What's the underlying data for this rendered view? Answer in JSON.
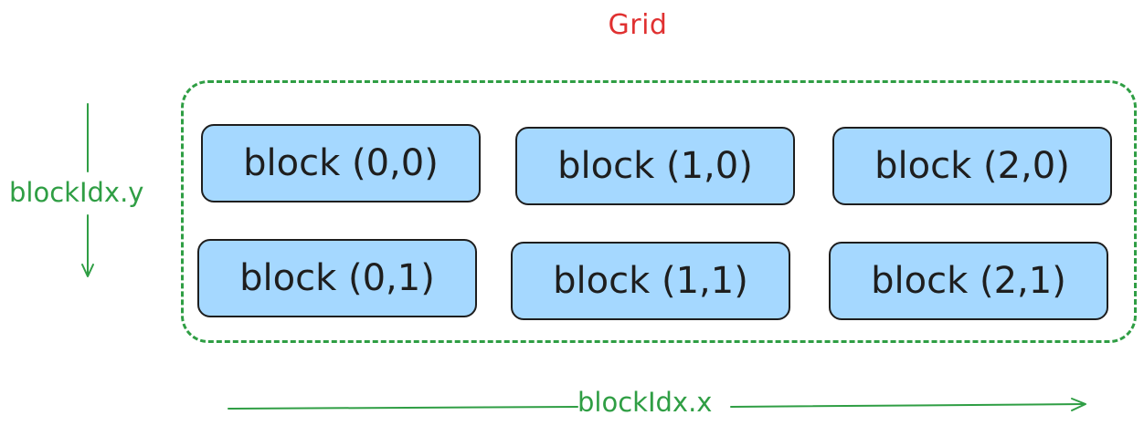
{
  "title": "Grid",
  "blocks": [
    {
      "label": "block (0,0)"
    },
    {
      "label": "block (1,0)"
    },
    {
      "label": "block (2,0)"
    },
    {
      "label": "block (0,1)"
    },
    {
      "label": "block (1,1)"
    },
    {
      "label": "block (2,1)"
    }
  ],
  "axes": {
    "y_label": "blockIdx.y",
    "x_label": "blockIdx.x"
  },
  "colors": {
    "title": "#e03131",
    "axis": "#2f9e44",
    "block_fill": "#a5d8ff",
    "block_stroke": "#1e1e1e"
  }
}
